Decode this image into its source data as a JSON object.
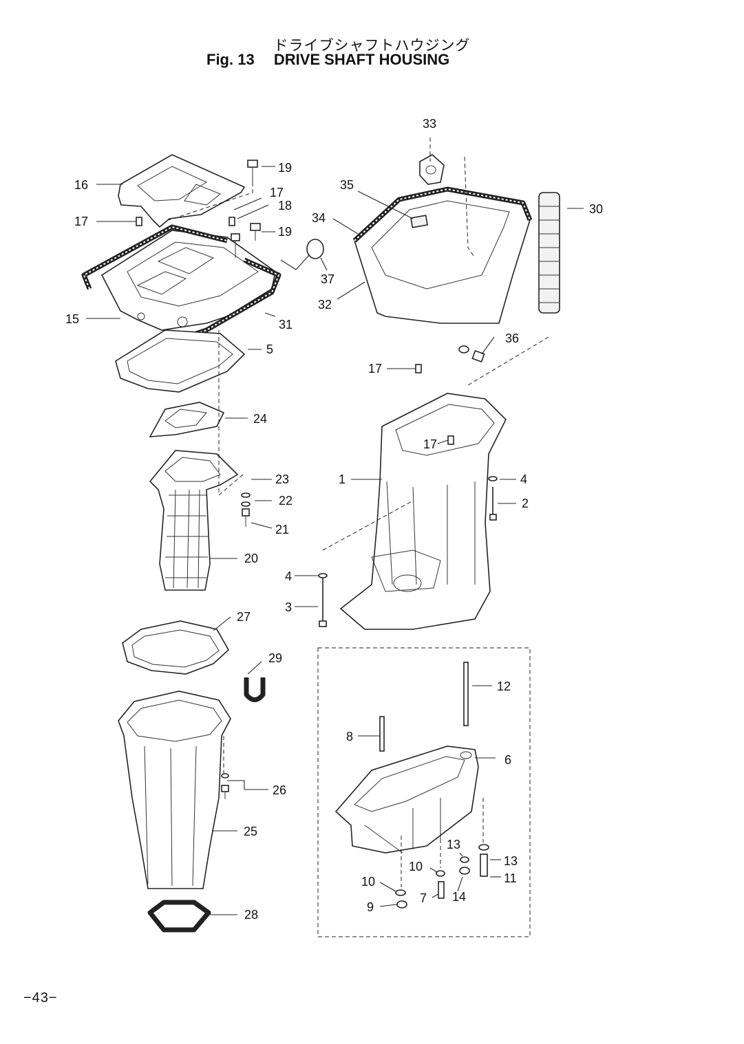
{
  "header": {
    "title_jp": "ドライブシャフトハウジング",
    "fig_label": "Fig. 13",
    "title_en": "DRIVE SHAFT HOUSING"
  },
  "callouts": [
    {
      "id": "c33",
      "text": "33"
    },
    {
      "id": "c19a",
      "text": "19"
    },
    {
      "id": "c16",
      "text": "16"
    },
    {
      "id": "c35",
      "text": "35"
    },
    {
      "id": "c17a",
      "text": "17"
    },
    {
      "id": "c18",
      "text": "18"
    },
    {
      "id": "c30",
      "text": "30"
    },
    {
      "id": "c17b",
      "text": "17"
    },
    {
      "id": "c34",
      "text": "34"
    },
    {
      "id": "c19b",
      "text": "19"
    },
    {
      "id": "c37",
      "text": "37"
    },
    {
      "id": "c32",
      "text": "32"
    },
    {
      "id": "c15",
      "text": "15"
    },
    {
      "id": "c31",
      "text": "31"
    },
    {
      "id": "c36",
      "text": "36"
    },
    {
      "id": "c5",
      "text": "5"
    },
    {
      "id": "c17c",
      "text": "17"
    },
    {
      "id": "c24",
      "text": "24"
    },
    {
      "id": "c17d",
      "text": "17"
    },
    {
      "id": "c1",
      "text": "1"
    },
    {
      "id": "c23",
      "text": "23"
    },
    {
      "id": "c4a",
      "text": "4"
    },
    {
      "id": "c22",
      "text": "22"
    },
    {
      "id": "c2",
      "text": "2"
    },
    {
      "id": "c21",
      "text": "21"
    },
    {
      "id": "c20",
      "text": "20"
    },
    {
      "id": "c4b",
      "text": "4"
    },
    {
      "id": "c3",
      "text": "3"
    },
    {
      "id": "c27",
      "text": "27"
    },
    {
      "id": "c29",
      "text": "29"
    },
    {
      "id": "c12",
      "text": "12"
    },
    {
      "id": "c8",
      "text": "8"
    },
    {
      "id": "c6",
      "text": "6"
    },
    {
      "id": "c26",
      "text": "26"
    },
    {
      "id": "c25",
      "text": "25"
    },
    {
      "id": "c13a",
      "text": "13"
    },
    {
      "id": "c10a",
      "text": "10"
    },
    {
      "id": "c13b",
      "text": "13"
    },
    {
      "id": "c11",
      "text": "11"
    },
    {
      "id": "c10b",
      "text": "10"
    },
    {
      "id": "c7",
      "text": "7"
    },
    {
      "id": "c14",
      "text": "14"
    },
    {
      "id": "c9",
      "text": "9"
    },
    {
      "id": "c28",
      "text": "28"
    }
  ],
  "footer": {
    "page_number": "−43−"
  }
}
